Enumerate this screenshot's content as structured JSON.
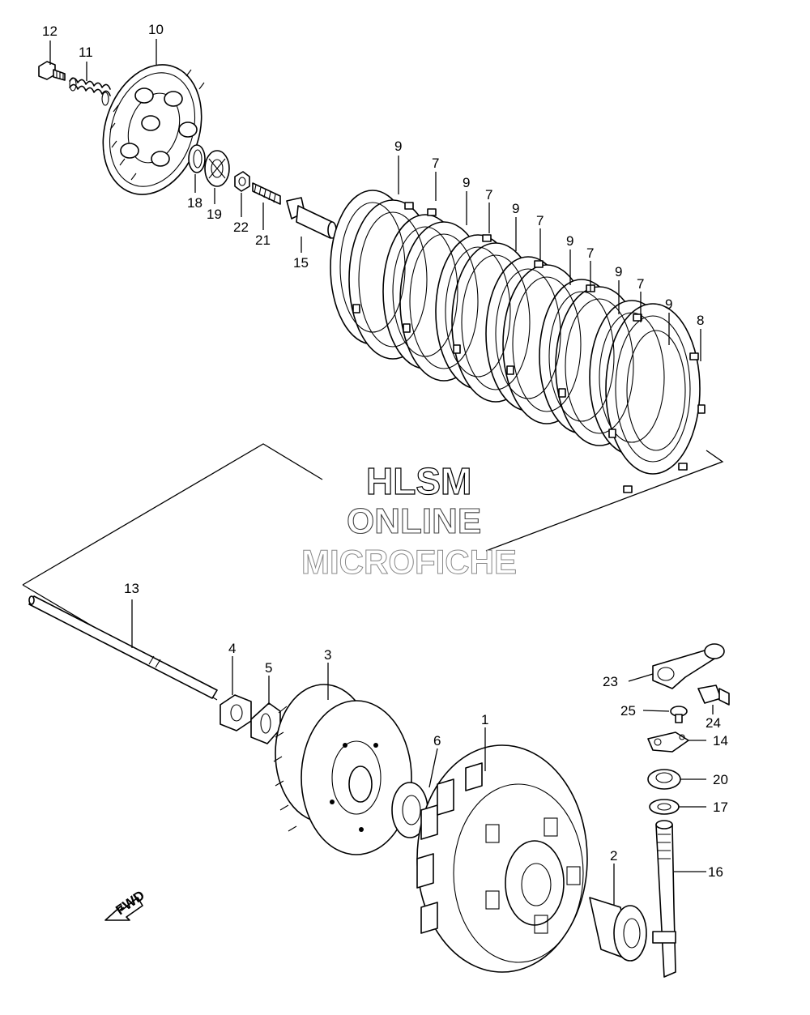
{
  "watermark": {
    "line1": "HLSM",
    "line2": "ONLINE",
    "line3": "MICROFICHE"
  },
  "fwd_label": "FWD",
  "callouts": [
    {
      "id": "c12",
      "text": "12"
    },
    {
      "id": "c11",
      "text": "11"
    },
    {
      "id": "c10",
      "text": "10"
    },
    {
      "id": "c18",
      "text": "18"
    },
    {
      "id": "c19",
      "text": "19"
    },
    {
      "id": "c22",
      "text": "22"
    },
    {
      "id": "c21",
      "text": "21"
    },
    {
      "id": "c15",
      "text": "15"
    },
    {
      "id": "c9a",
      "text": "9"
    },
    {
      "id": "c7a",
      "text": "7"
    },
    {
      "id": "c9b",
      "text": "9"
    },
    {
      "id": "c7b",
      "text": "7"
    },
    {
      "id": "c9c",
      "text": "9"
    },
    {
      "id": "c7c",
      "text": "7"
    },
    {
      "id": "c9d",
      "text": "9"
    },
    {
      "id": "c7d",
      "text": "7"
    },
    {
      "id": "c9e",
      "text": "9"
    },
    {
      "id": "c7e",
      "text": "7"
    },
    {
      "id": "c9f",
      "text": "9"
    },
    {
      "id": "c8",
      "text": "8"
    },
    {
      "id": "c13",
      "text": "13"
    },
    {
      "id": "c4",
      "text": "4"
    },
    {
      "id": "c5",
      "text": "5"
    },
    {
      "id": "c3",
      "text": "3"
    },
    {
      "id": "c6",
      "text": "6"
    },
    {
      "id": "c1",
      "text": "1"
    },
    {
      "id": "c2",
      "text": "2"
    },
    {
      "id": "c23",
      "text": "23"
    },
    {
      "id": "c25",
      "text": "25"
    },
    {
      "id": "c24",
      "text": "24"
    },
    {
      "id": "c14",
      "text": "14"
    },
    {
      "id": "c20",
      "text": "20"
    },
    {
      "id": "c17",
      "text": "17"
    },
    {
      "id": "c16",
      "text": "16"
    }
  ]
}
